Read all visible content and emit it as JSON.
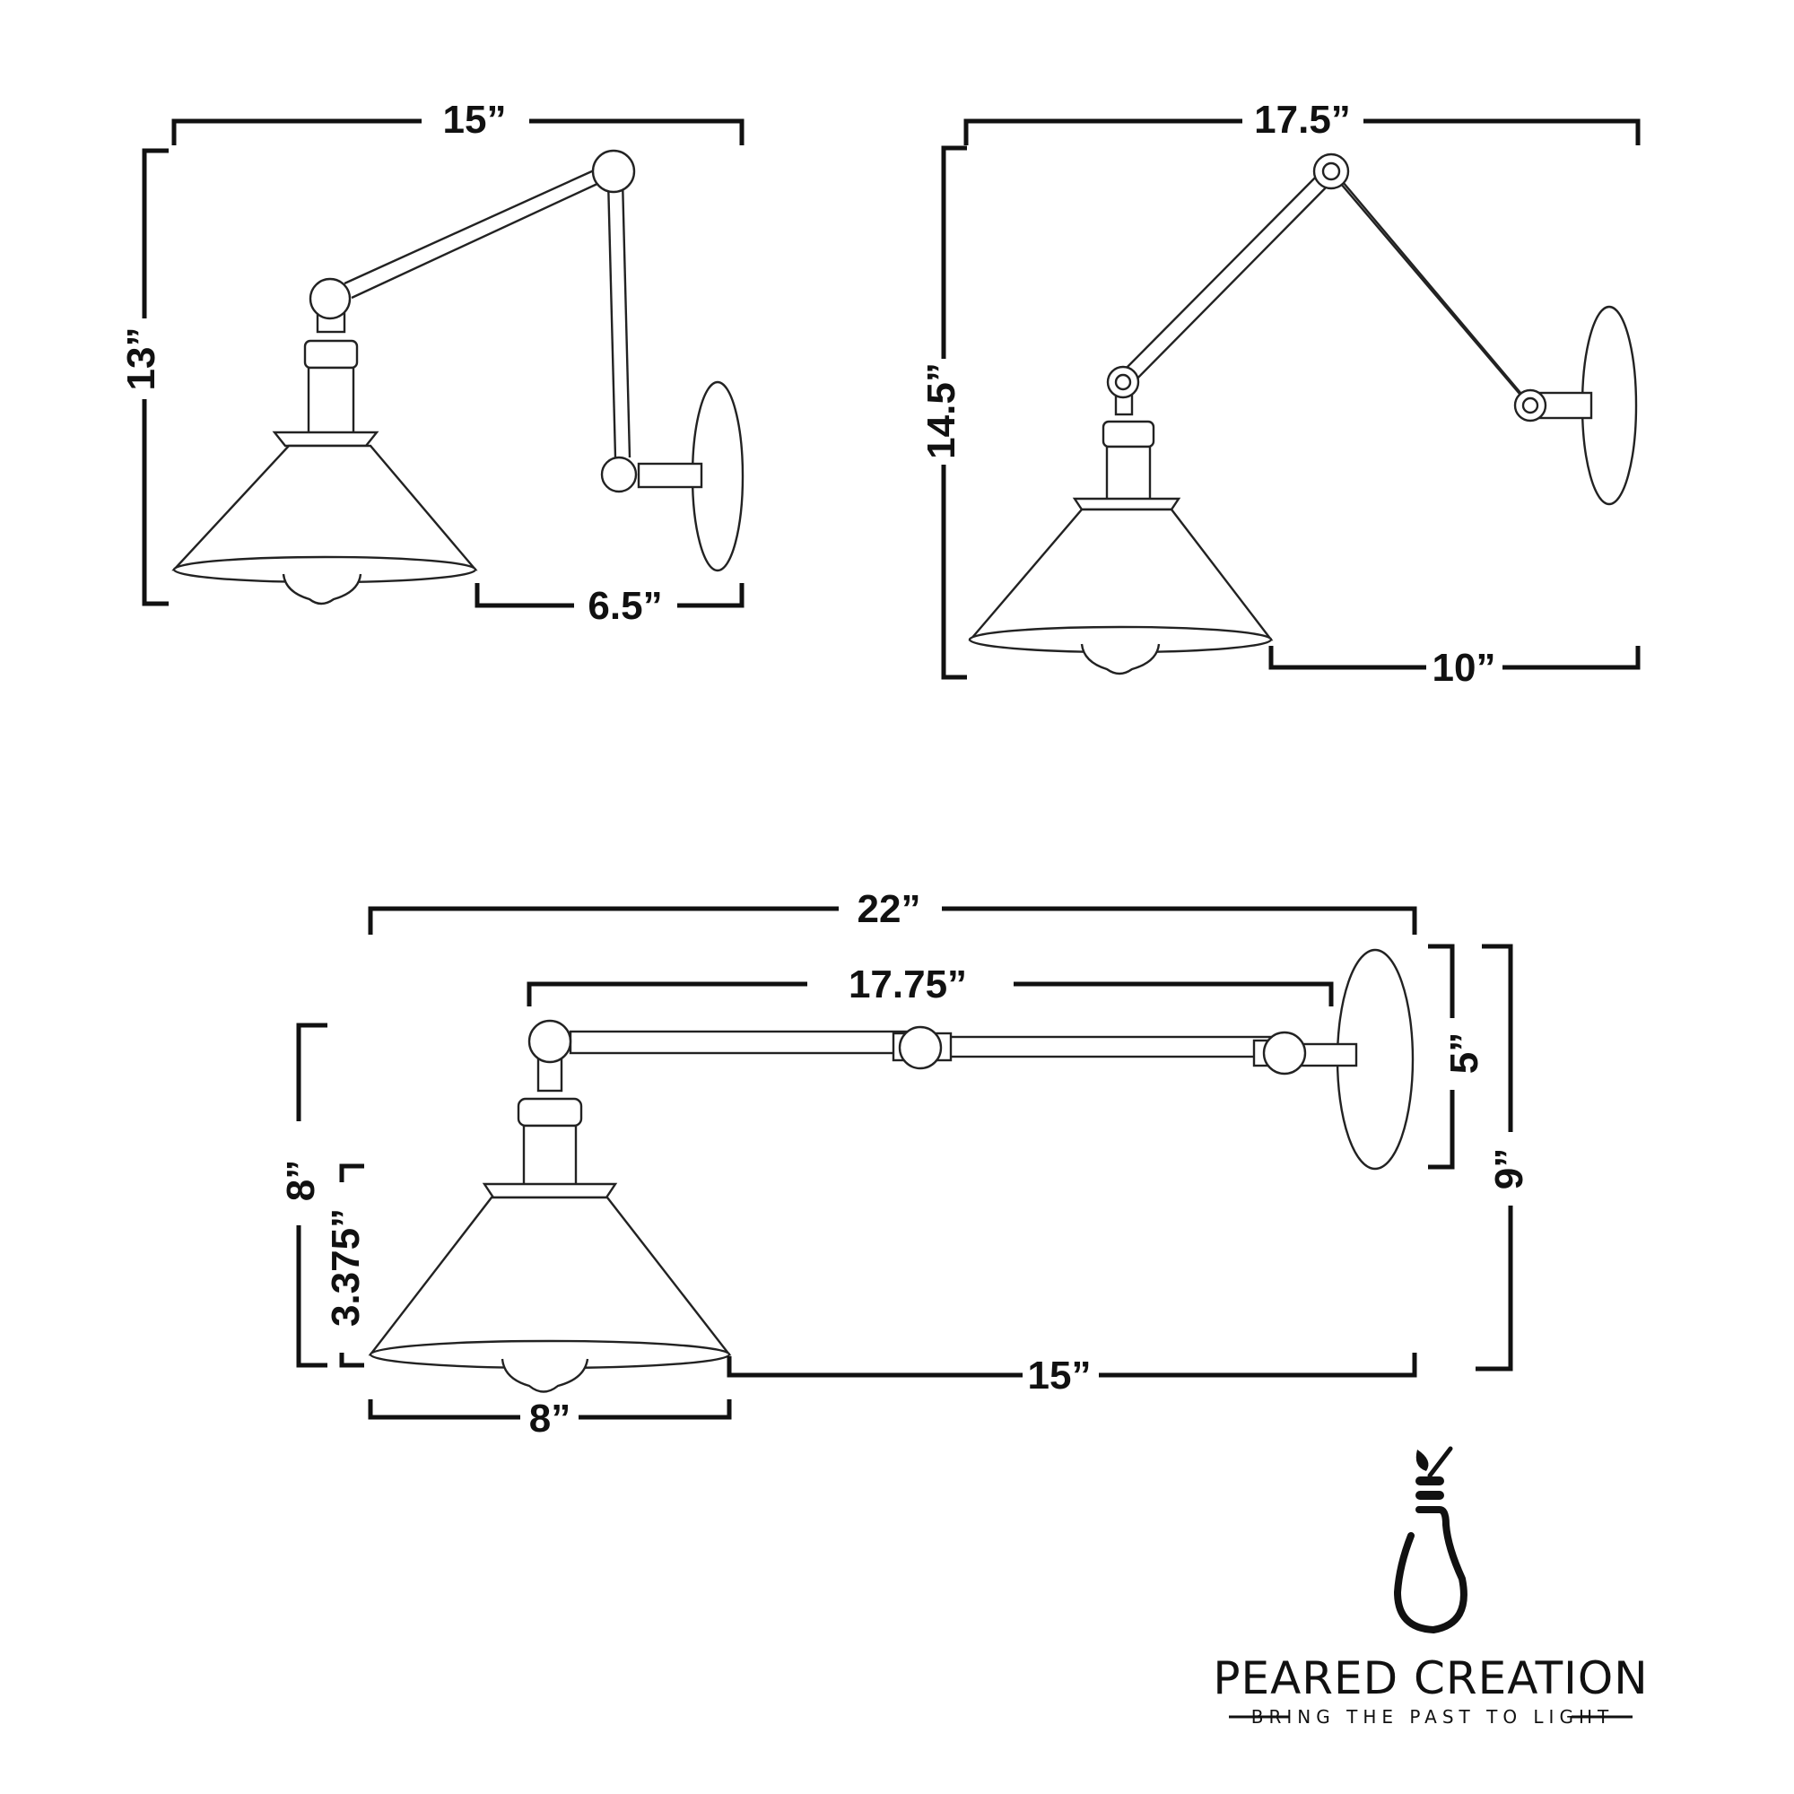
{
  "diagram_1": {
    "width": "15”",
    "height": "13”",
    "extension": "6.5”"
  },
  "diagram_2": {
    "width": "17.5”",
    "height": "14.5”",
    "extension": "10”"
  },
  "diagram_3": {
    "overall_length": "22”",
    "arm_length": "17.75”",
    "backplate_height": "5”",
    "total_height": "9”",
    "shade_assembly_height": "8”",
    "shade_height": "3.375”",
    "shade_diameter": "8”",
    "reach": "15”"
  },
  "logo": {
    "brand": "PEARED CREATION",
    "tagline": "BRING THE PAST TO LIGHT"
  }
}
